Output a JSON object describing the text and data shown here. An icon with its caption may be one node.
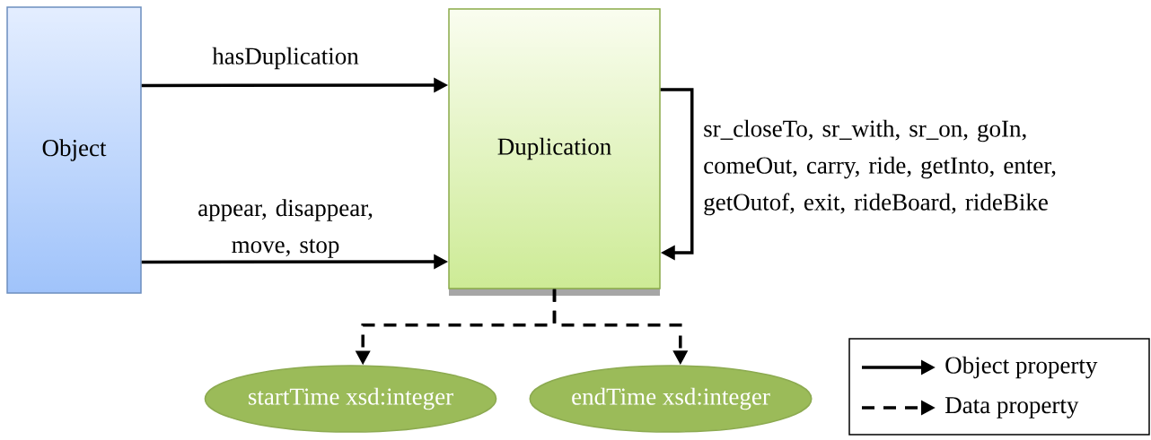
{
  "diagram": {
    "nodes": [
      {
        "text": [
          "Object"
        ]
      },
      {
        "text": [
          "Duplication"
        ]
      },
      {
        "text": [
          "startTime xsd:integer"
        ]
      },
      {
        "text": [
          "endTime xsd:integer"
        ]
      }
    ],
    "edges": [
      {
        "from": 0,
        "to": 1,
        "arrow": "to",
        "label": "hasDuplication"
      },
      {
        "from": 0,
        "to": 1,
        "arrow": "to",
        "label": "appear, disappear, move, stop"
      },
      {
        "from": 1,
        "to": 1,
        "arrow": "to",
        "label": "sr_closeTo, sr_with, sr_on, goIn, comeOut, carry, ride, getInto, enter, getOutof, exit, rideBoard, rideBike"
      },
      {
        "from": 1,
        "to": 2,
        "arrow": "to",
        "style": "dashed"
      },
      {
        "from": 1,
        "to": 3,
        "arrow": "to",
        "style": "dashed"
      }
    ],
    "legend": [
      {
        "text": "Object property"
      },
      {
        "text": "Data property"
      }
    ]
  }
}
